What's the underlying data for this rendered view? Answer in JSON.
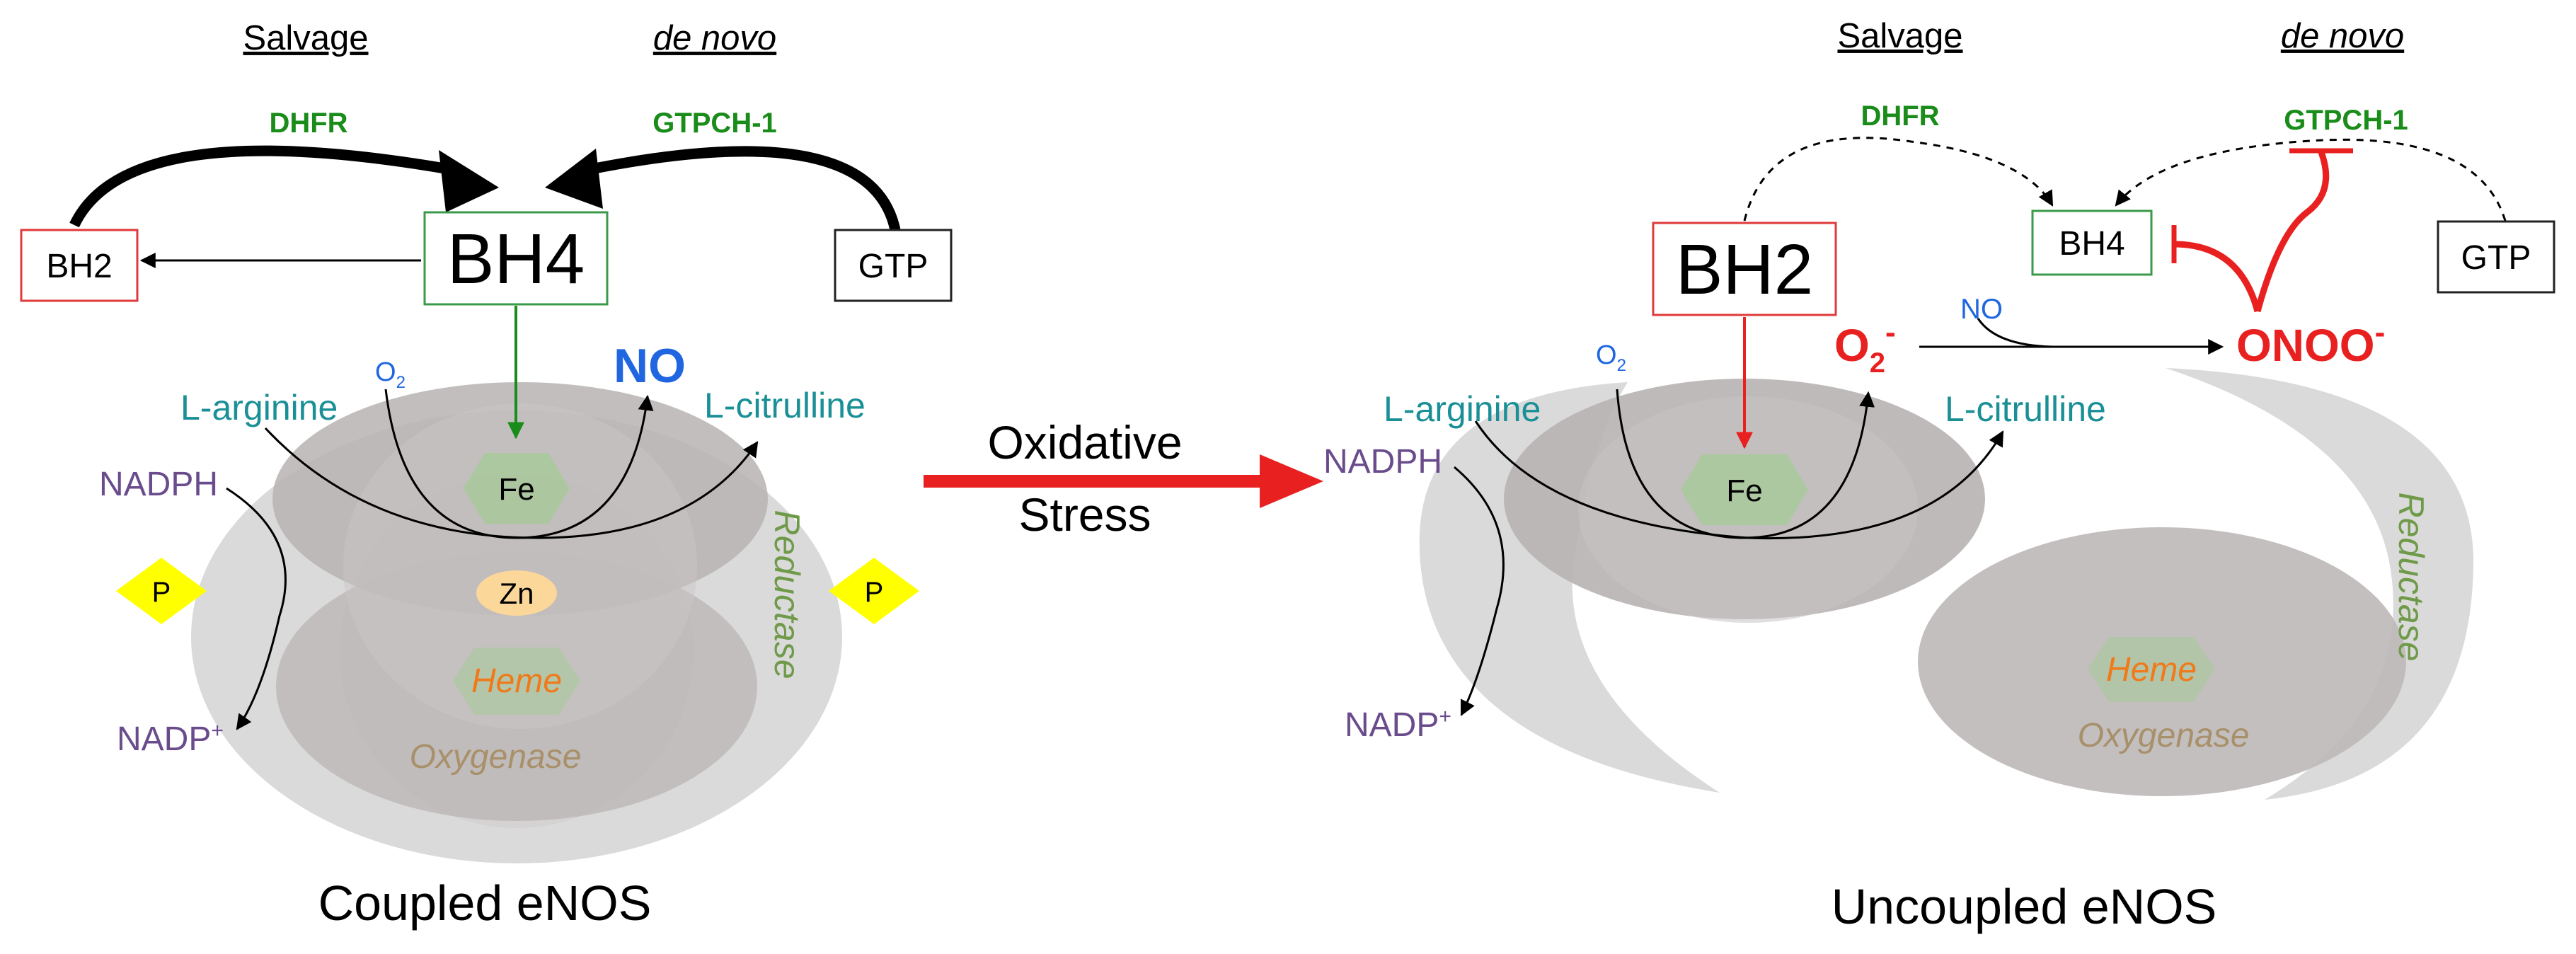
{
  "colors": {
    "enzyme_green": "#1a8c1a",
    "teal": "#1a9096",
    "purple": "#6a4c8c",
    "no_blue": "#1f66e0",
    "stress_red": "#e82020",
    "reductase_green": "#6f9a4a",
    "heme_orange": "#f07a1a",
    "oxygenase_brown": "#a8906a",
    "phospho_yellow": "#ffff00",
    "zn_fill": "#fbd79a",
    "ellipse_light": "#d9d9d9",
    "ellipse_dark": "#bfbaba",
    "bh4_border": "#3a9a4a",
    "bh2_border": "#e03a3a"
  },
  "coupled": {
    "salvage": "Salvage",
    "de_novo": "de novo",
    "dhfr": "DHFR",
    "gtpch": "GTPCH-1",
    "bh4": "BH4",
    "bh2": "BH2",
    "gtp": "GTP",
    "o2": "O",
    "o2_sub": "2",
    "no": "NO",
    "l_arginine": "L-arginine",
    "l_citrulline": "L-citrulline",
    "nadph": "NADPH",
    "nadp": "NADP",
    "nadp_sup": "+",
    "fe": "Fe",
    "zn": "Zn",
    "heme": "Heme",
    "oxygenase": "Oxygenase",
    "reductase": "Reductase",
    "p_left": "P",
    "p_right": "P",
    "caption": "Coupled eNOS"
  },
  "middle": {
    "line1": "Oxidative",
    "line2": "Stress"
  },
  "uncoupled": {
    "salvage": "Salvage",
    "de_novo": "de novo",
    "dhfr": "DHFR",
    "gtpch": "GTPCH-1",
    "bh4": "BH4",
    "bh2": "BH2",
    "gtp": "GTP",
    "o2": "O",
    "o2_sub": "2",
    "superoxide": "O",
    "superoxide_sub": "2",
    "superoxide_sup": "-",
    "no": "NO",
    "peroxynitrite": "ONOO",
    "peroxynitrite_sup": "-",
    "l_arginine": "L-arginine",
    "l_citrulline": "L-citrulline",
    "nadph": "NADPH",
    "nadp": "NADP",
    "nadp_sup": "+",
    "fe": "Fe",
    "heme": "Heme",
    "oxygenase": "Oxygenase",
    "reductase": "Reductase",
    "caption": "Uncoupled eNOS"
  }
}
